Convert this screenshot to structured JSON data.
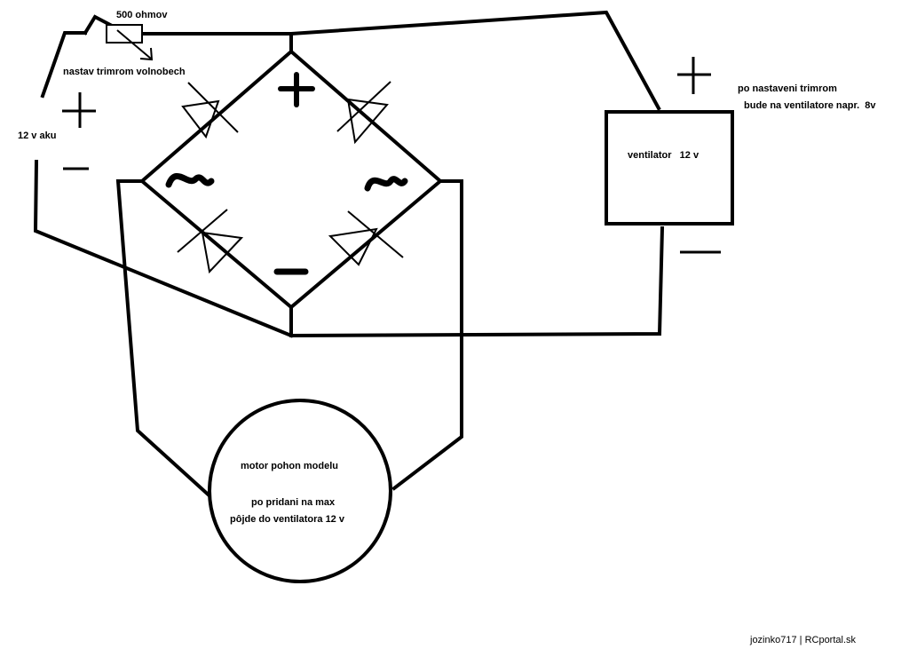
{
  "labels": {
    "resistor": "500 ohmov",
    "trimmer_note": "nastav trimrom volnobech",
    "battery": "12 v aku",
    "fan_label": "ventilator   12 v",
    "fan_note_line1": "po nastaveni trimrom",
    "fan_note_line2": "bude na ventilatore napr.  8v",
    "motor_line1": "motor pohon modelu",
    "motor_line2": "po pridani na max",
    "motor_line3": "pôjde do ventilatora 12 v",
    "watermark": "jozinko717 | RCportal.sk"
  },
  "colors": {
    "ink": "#000000",
    "background": "#ffffff"
  }
}
